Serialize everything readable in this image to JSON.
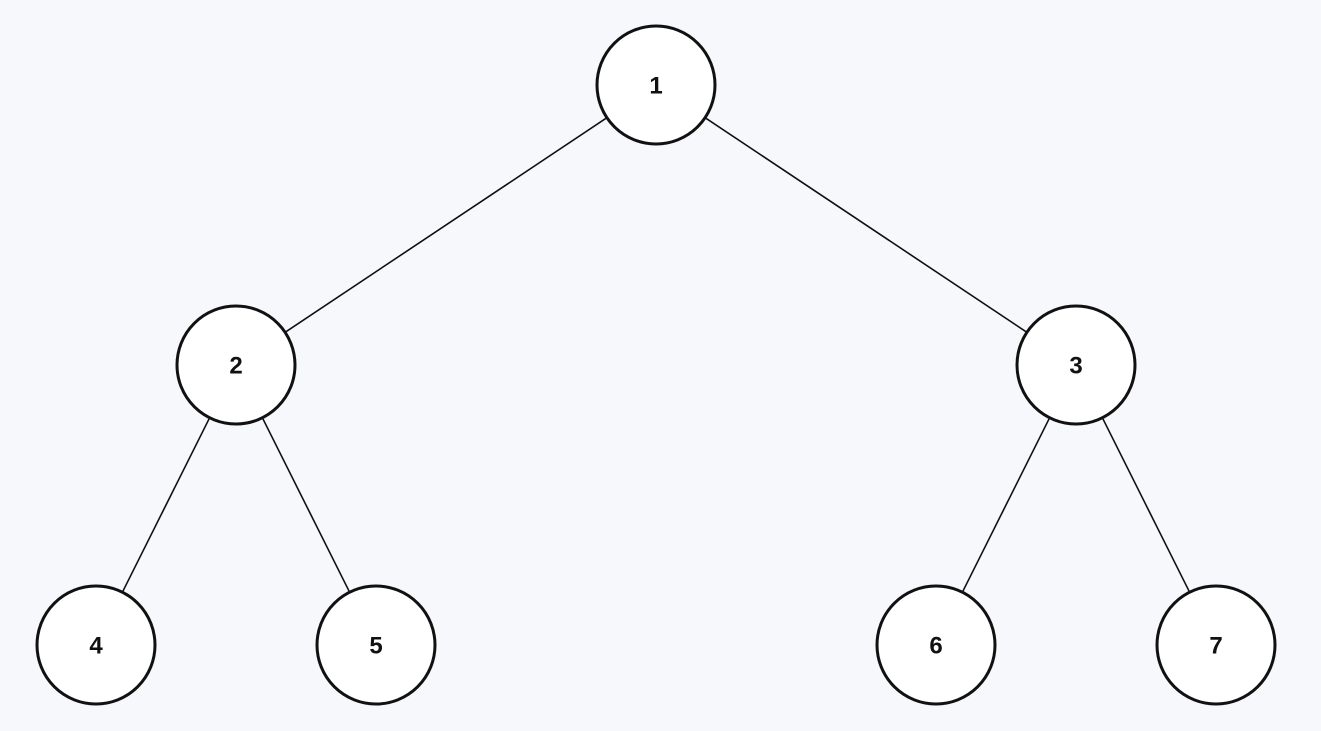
{
  "tree": {
    "nodes": [
      {
        "id": "n1",
        "label": "1",
        "level": 0,
        "slot": 0
      },
      {
        "id": "n2",
        "label": "2",
        "level": 1,
        "slot": 0
      },
      {
        "id": "n3",
        "label": "3",
        "level": 1,
        "slot": 1
      },
      {
        "id": "n4",
        "label": "4",
        "level": 2,
        "slot": 0
      },
      {
        "id": "n5",
        "label": "5",
        "level": 2,
        "slot": 1
      },
      {
        "id": "n6",
        "label": "6",
        "level": 2,
        "slot": 2
      },
      {
        "id": "n7",
        "label": "7",
        "level": 2,
        "slot": 3
      }
    ],
    "edges": [
      {
        "from": "n1",
        "to": "n2"
      },
      {
        "from": "n1",
        "to": "n3"
      },
      {
        "from": "n2",
        "to": "n4"
      },
      {
        "from": "n2",
        "to": "n5"
      },
      {
        "from": "n3",
        "to": "n6"
      },
      {
        "from": "n3",
        "to": "n7"
      }
    ]
  }
}
